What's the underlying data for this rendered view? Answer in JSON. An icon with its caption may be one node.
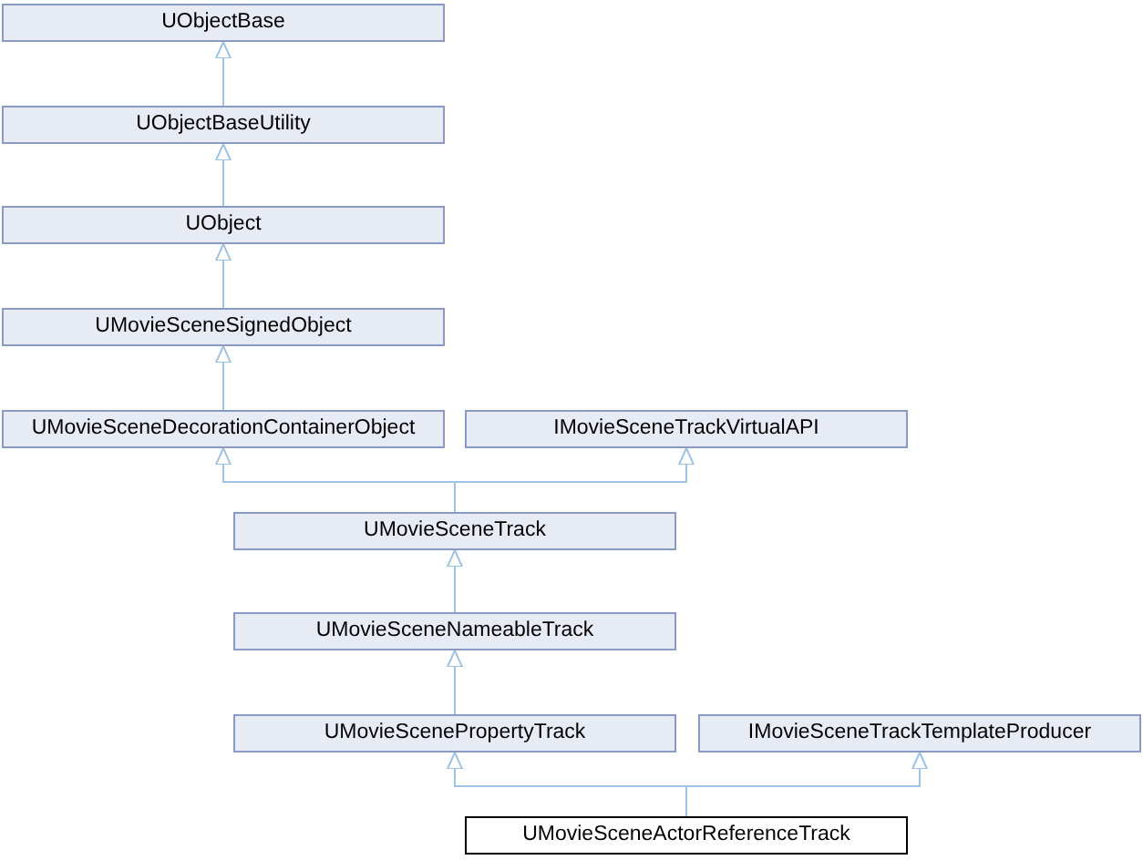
{
  "diagram": {
    "nodes": [
      {
        "text": [
          "UObjectBase"
        ]
      },
      {
        "text": [
          "UObjectBaseUtility"
        ]
      },
      {
        "text": [
          "UObject"
        ]
      },
      {
        "text": [
          "UMovieSceneSignedObject"
        ]
      },
      {
        "text": [
          "UMovieSceneDecorationContainerObject"
        ]
      },
      {
        "text": [
          "IMovieSceneTrackVirtualAPI"
        ]
      },
      {
        "text": [
          "UMovieSceneTrack"
        ]
      },
      {
        "text": [
          "UMovieSceneNameableTrack"
        ]
      },
      {
        "text": [
          "UMovieScenePropertyTrack"
        ]
      },
      {
        "text": [
          "IMovieSceneTrackTemplateProducer"
        ]
      },
      {
        "text": [
          "UMovieSceneActorReferenceTrack"
        ]
      }
    ],
    "edges": [
      {
        "from": 1,
        "to": 0,
        "arrow": "to"
      },
      {
        "from": 2,
        "to": 1,
        "arrow": "to"
      },
      {
        "from": 3,
        "to": 2,
        "arrow": "to"
      },
      {
        "from": 4,
        "to": 3,
        "arrow": "to"
      },
      {
        "from": 6,
        "to": 4,
        "arrow": "to"
      },
      {
        "from": 6,
        "to": 5,
        "arrow": "to"
      },
      {
        "from": 7,
        "to": 6,
        "arrow": "to"
      },
      {
        "from": 8,
        "to": 7,
        "arrow": "to"
      },
      {
        "from": 10,
        "to": 8,
        "arrow": "to"
      },
      {
        "from": 10,
        "to": 9,
        "arrow": "to"
      }
    ]
  }
}
